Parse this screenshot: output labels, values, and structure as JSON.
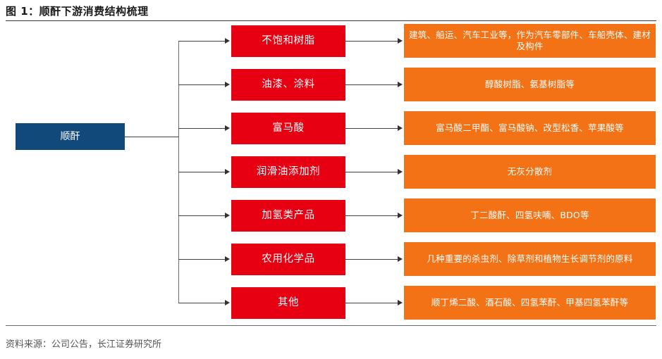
{
  "figure": {
    "title": "图 1：顺酐下游消费结构梳理",
    "source_note": "资料来源：公司公告，长江证券研究所"
  },
  "colors": {
    "root_box": "#12497B",
    "mid_box": "#E60012",
    "leaf_box": "#F47216",
    "connector": "#404040",
    "rule": "#3a3a3a",
    "box_text": "#FFFFFF"
  },
  "diagram": {
    "type": "tree",
    "root": {
      "label": "顺酐"
    },
    "branches": [
      {
        "category": "不饱和树脂",
        "application": "建筑、船运、汽车工业等，作为汽车零部件、车船壳体、建材及构件"
      },
      {
        "category": "油漆、涂料",
        "application": "醇酸树脂、氨基树脂等"
      },
      {
        "category": "富马酸",
        "application": "富马酸二甲酯、富马酸钠、改型松香、苹果酸等"
      },
      {
        "category": "润滑油添加剂",
        "application": "无灰分散剂"
      },
      {
        "category": "加氢类产品",
        "application": "丁二酸酐、四氢呋喃、BDO等"
      },
      {
        "category": "农用化学品",
        "application": "几种重要的杀虫剂、除草剂和植物生长调节剂的原料"
      },
      {
        "category": "其他",
        "application": "顺丁烯二酸、酒石酸、四氢苯酐、甲基四氢苯酐等"
      }
    ]
  }
}
